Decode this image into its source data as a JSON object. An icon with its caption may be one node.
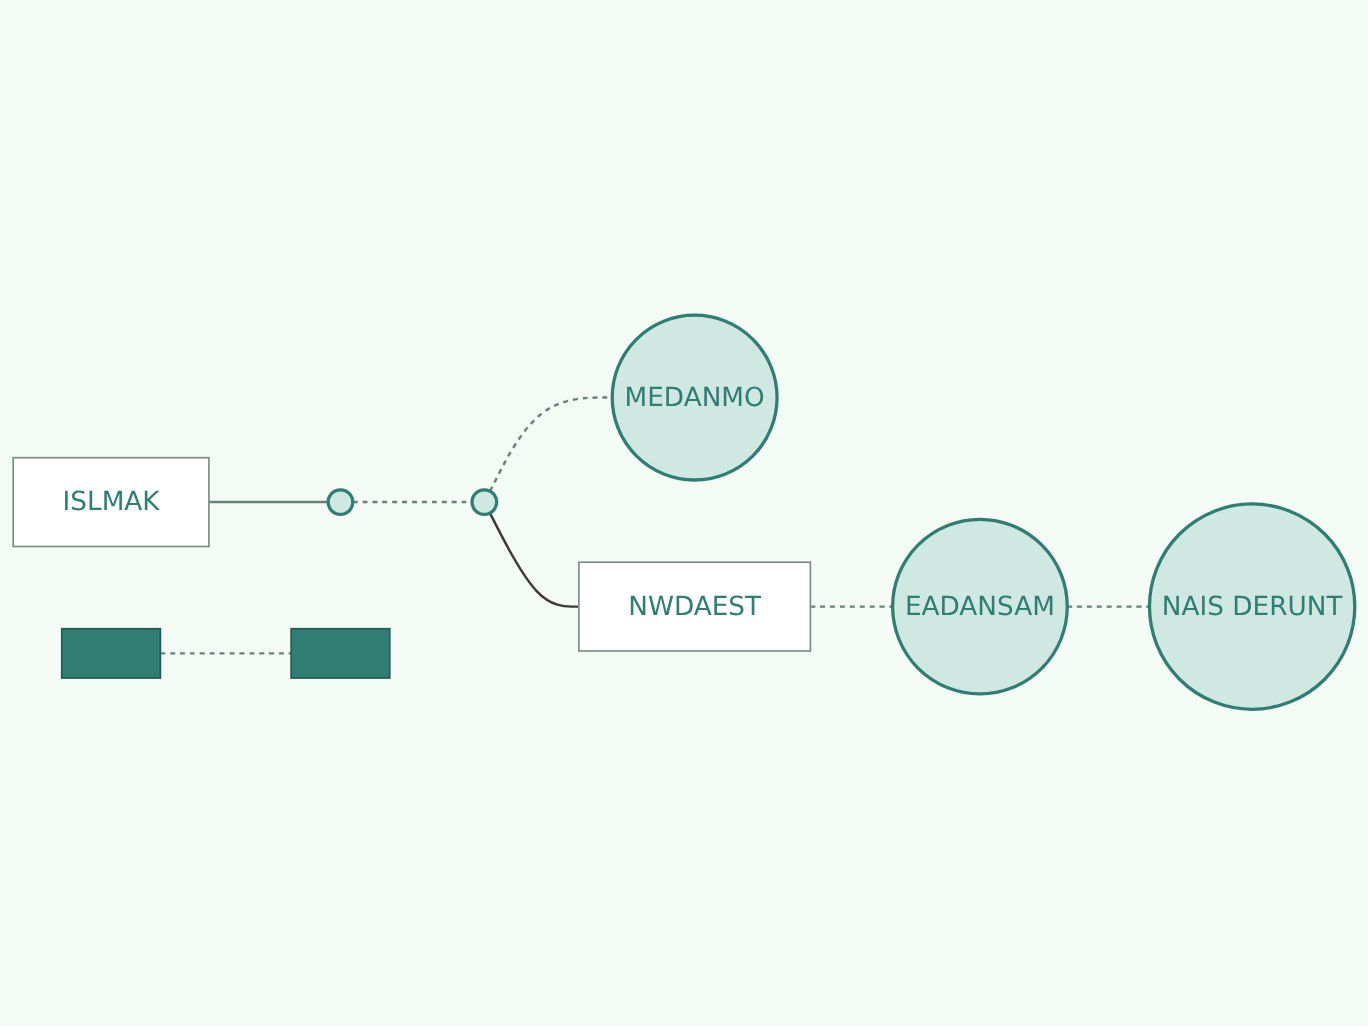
{
  "diagram": {
    "nodes": [
      {
        "text": [],
        "shape": "box"
      },
      {
        "text": [
          "ISLMAK"
        ]
      },
      {
        "text": [],
        "shape": "circle"
      },
      {
        "text": [],
        "shape": "circle"
      },
      {
        "text": [
          "MEDANMO"
        ]
      },
      {
        "text": [
          "NWDAEST"
        ]
      },
      {
        "text": [
          "EADANSAM"
        ]
      },
      {
        "text": [
          "NAIS DERUNT"
        ]
      },
      {
        "text": [],
        "shape": "box"
      }
    ],
    "edges": [
      {
        "from": 1,
        "to": 2,
        "arrow": "none"
      },
      {
        "from": 2,
        "to": 3,
        "arrow": "none",
        "style": "dashed"
      },
      {
        "from": 3,
        "to": 4,
        "arrow": "none",
        "style": "dashed"
      },
      {
        "from": 0,
        "to": 8,
        "arrow": "none",
        "style": "dashed"
      },
      {
        "from": 3,
        "to": 5,
        "arrow": "none",
        "color": "#3a3a3a"
      },
      {
        "from": 5,
        "to": 6,
        "arrow": "none",
        "style": "dashed"
      },
      {
        "from": 6,
        "to": 7,
        "arrow": "none",
        "style": "dashed"
      }
    ]
  }
}
